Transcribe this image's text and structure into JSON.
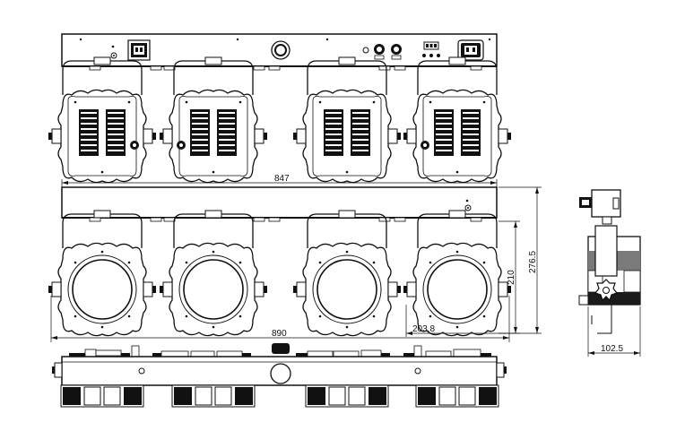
{
  "dimensions": {
    "width_top": "847",
    "width_overall": "890",
    "height_head": "210",
    "height_total": "276.5",
    "head_spacing": "203.8",
    "depth": "102.5"
  },
  "colors": {
    "line": "#111111",
    "fill": "#ffffff",
    "dark": "#1a1a1a",
    "gray": "#7a7a7a"
  }
}
